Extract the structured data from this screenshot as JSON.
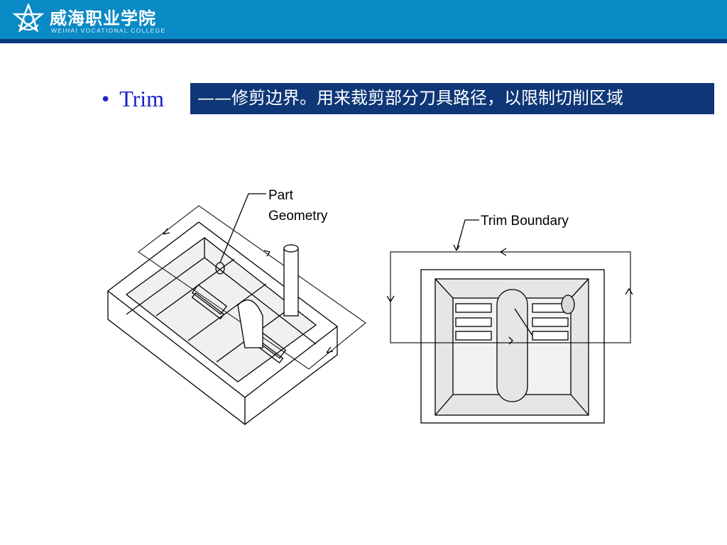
{
  "header": {
    "school_name_cn": "威海职业学院",
    "school_name_en": "WEIHAI VOCATIONAL COLLEGE",
    "bg_color": "#0a8ac4",
    "stripe_color": "#0b3a7a"
  },
  "content": {
    "bullet_label": "Trim",
    "description": "——修剪边界。用来裁剪部分刀具路径，以限制切削区域",
    "bullet_color": "#1a23c9",
    "desc_bg_color": "#0f3777"
  },
  "figures": {
    "left_label_line1": "Part",
    "left_label_line2": "Geometry",
    "right_label": "Trim Boundary"
  }
}
